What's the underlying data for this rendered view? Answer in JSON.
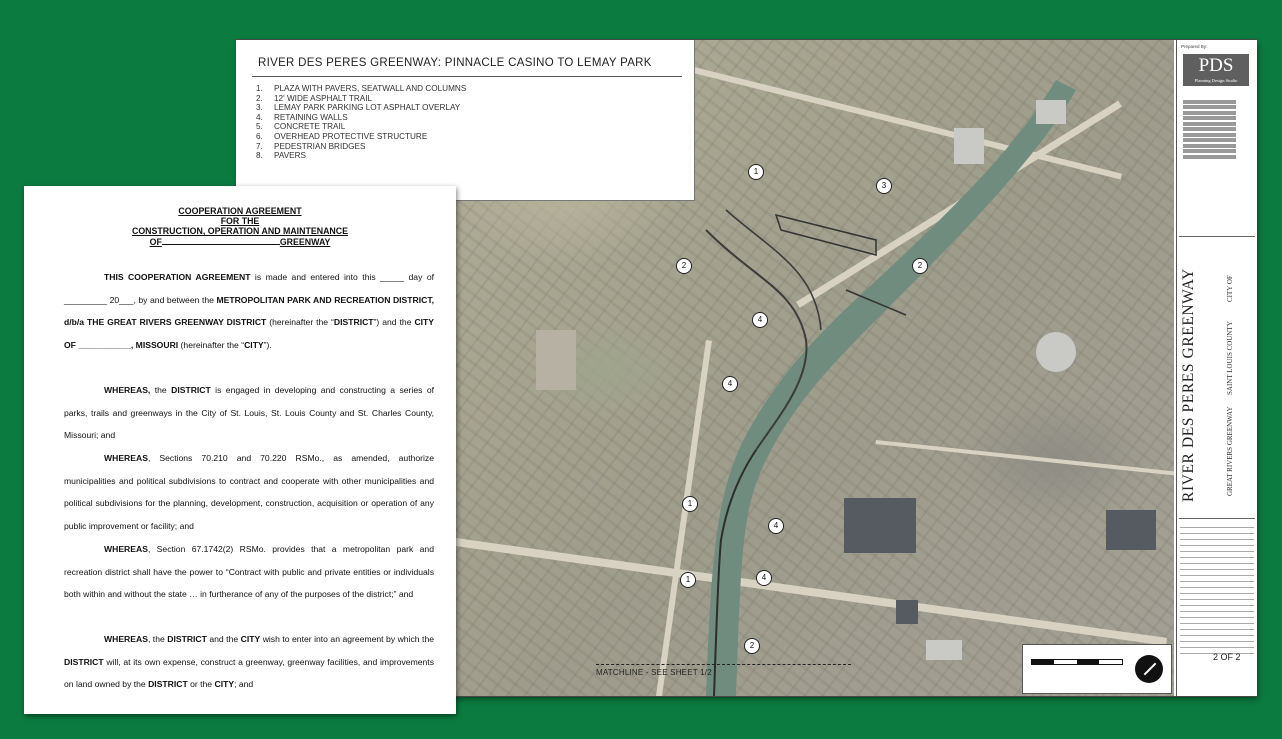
{
  "map": {
    "legend_title": "RIVER DES PERES GREENWAY: PINNACLE CASINO TO LEMAY PARK",
    "legend_items": [
      {
        "num": "1.",
        "text": "PLAZA WITH PAVERS, SEATWALL AND COLUMNS"
      },
      {
        "num": "2.",
        "text": "12' WIDE ASPHALT TRAIL"
      },
      {
        "num": "3.",
        "text": "LEMAY PARK PARKING LOT ASPHALT OVERLAY"
      },
      {
        "num": "4.",
        "text": "RETAINING WALLS"
      },
      {
        "num": "5.",
        "text": "CONCRETE TRAIL"
      },
      {
        "num": "6.",
        "text": "OVERHEAD PROTECTIVE STRUCTURE"
      },
      {
        "num": "7.",
        "text": "PEDESTRIAN BRIDGES"
      },
      {
        "num": "8.",
        "text": "PAVERS"
      }
    ],
    "matchline": "MATCHLINE - SEE SHEET 1/2",
    "callouts": [
      "1",
      "3",
      "2",
      "2",
      "4",
      "4",
      "1",
      "4",
      "1",
      "4",
      "2"
    ]
  },
  "title_block": {
    "prepared_by": "Prepared By:",
    "firm_logo": "PDS",
    "firm_name": "Planning Design Studio",
    "project_title": "RIVER DES PERES GREENWAY",
    "owner_line": "CITY OF",
    "county_line": "SAINT LOUIS COUNTY",
    "district_line": "GREAT RIVERS GREENWAY",
    "sheet_number": "2 OF 2"
  },
  "document": {
    "header": {
      "line1": "COOPERATION AGREEMENT",
      "line2": "FOR THE",
      "line3": "CONSTRUCTION, OPERATION AND MAINTENANCE",
      "line4_of": "OF",
      "line4_greenway": "GREENWAY"
    },
    "p1": {
      "lead": "THIS COOPERATION AGREEMENT",
      "t1": " is made and entered into this _____ day of _________ 20___, by and between the ",
      "b1": "METROPOLITAN PARK AND RECREATION DISTRICT, d/b/a THE GREAT RIVERS GREENWAY DISTRICT",
      "t2": " (hereinafter the “",
      "b2": "DISTRICT",
      "t3": "”) and the ",
      "b3": "CITY OF ___________, MISSOURI",
      "t4": " (hereinafter the “",
      "b4": "CITY",
      "t5": "”)."
    },
    "p2": {
      "lead": "WHEREAS,",
      "t1": " the ",
      "b1": "DISTRICT",
      "t2": " is engaged in developing and constructing a series of parks, trails and greenways in the City of St. Louis, St. Louis County and St. Charles County, Missouri; and"
    },
    "p3": {
      "lead": "WHEREAS",
      "t1": ", Sections 70.210 and 70.220 RSMo., as amended, authorize municipalities and political subdivisions to contract and cooperate with other municipalities and political subdivisions for the planning, development, construction, acquisition or operation of any public improvement or facility; and"
    },
    "p4": {
      "lead": "WHEREAS",
      "t1": ", Section 67.1742(2) RSMo. provides that a metropolitan park and recreation district shall have the power to “Contract with public and private entities or individuals both within and without the state … in furtherance of any of the purposes of the district;” and"
    },
    "p5": {
      "lead": "WHEREAS",
      "t1": ", the ",
      "b1": "DISTRICT",
      "t2": " and the ",
      "b2": "CITY",
      "t3": " wish to enter into an agreement by which the ",
      "b3": "DISTRICT",
      "t4": " will, at its own expense, construct a greenway, greenway facilities, and improvements on land owned by the ",
      "b4": "DISTRICT",
      "t5": " or the ",
      "b5": "CITY",
      "t6": "; and"
    }
  }
}
